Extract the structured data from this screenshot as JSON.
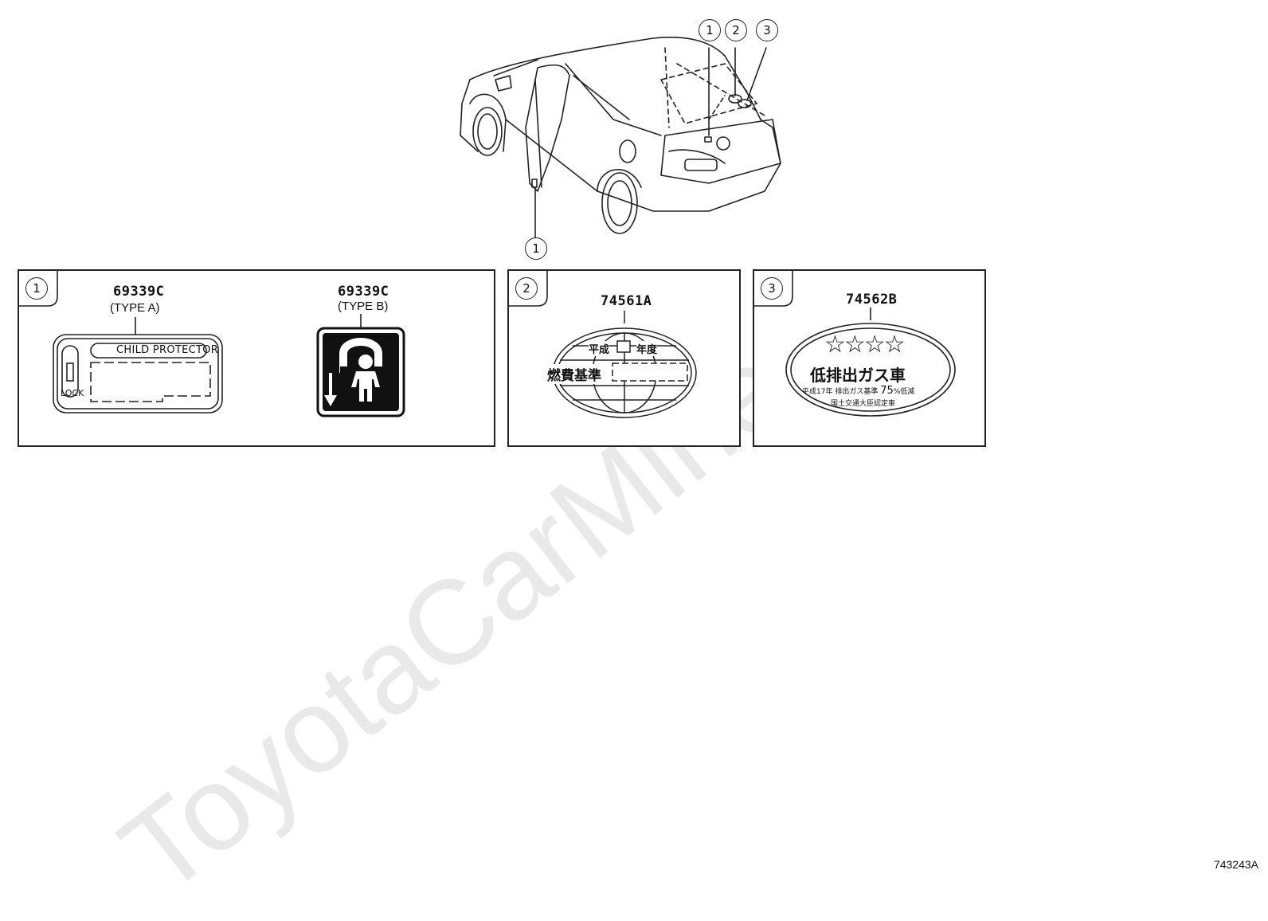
{
  "watermark": "ToyotaCarMine.ru",
  "figure_id": "743243A",
  "car_callouts": {
    "rear_1": "1",
    "rear_2": "2",
    "rear_3": "3",
    "door_1": "1"
  },
  "panel_1": {
    "badge": "1",
    "type_a": {
      "part_no": "69339C",
      "type": "(TYPE A)",
      "banner": "CHILD PROTECTOR",
      "lock": "LOCK"
    },
    "type_b": {
      "part_no": "69339C",
      "type": "(TYPE B)"
    }
  },
  "panel_2": {
    "badge": "2",
    "part_no": "74561A",
    "line1_left": "平成",
    "line1_right": "年度",
    "line2": "燃費基準"
  },
  "panel_3": {
    "badge": "3",
    "part_no": "74562B",
    "stars": "☆☆☆☆",
    "title": "低排出ガス車",
    "line1_a": "平成17年 排出ガス基準",
    "line1_num": "75",
    "line1_b": "%低減",
    "line2": "国土交通大臣認定車"
  }
}
